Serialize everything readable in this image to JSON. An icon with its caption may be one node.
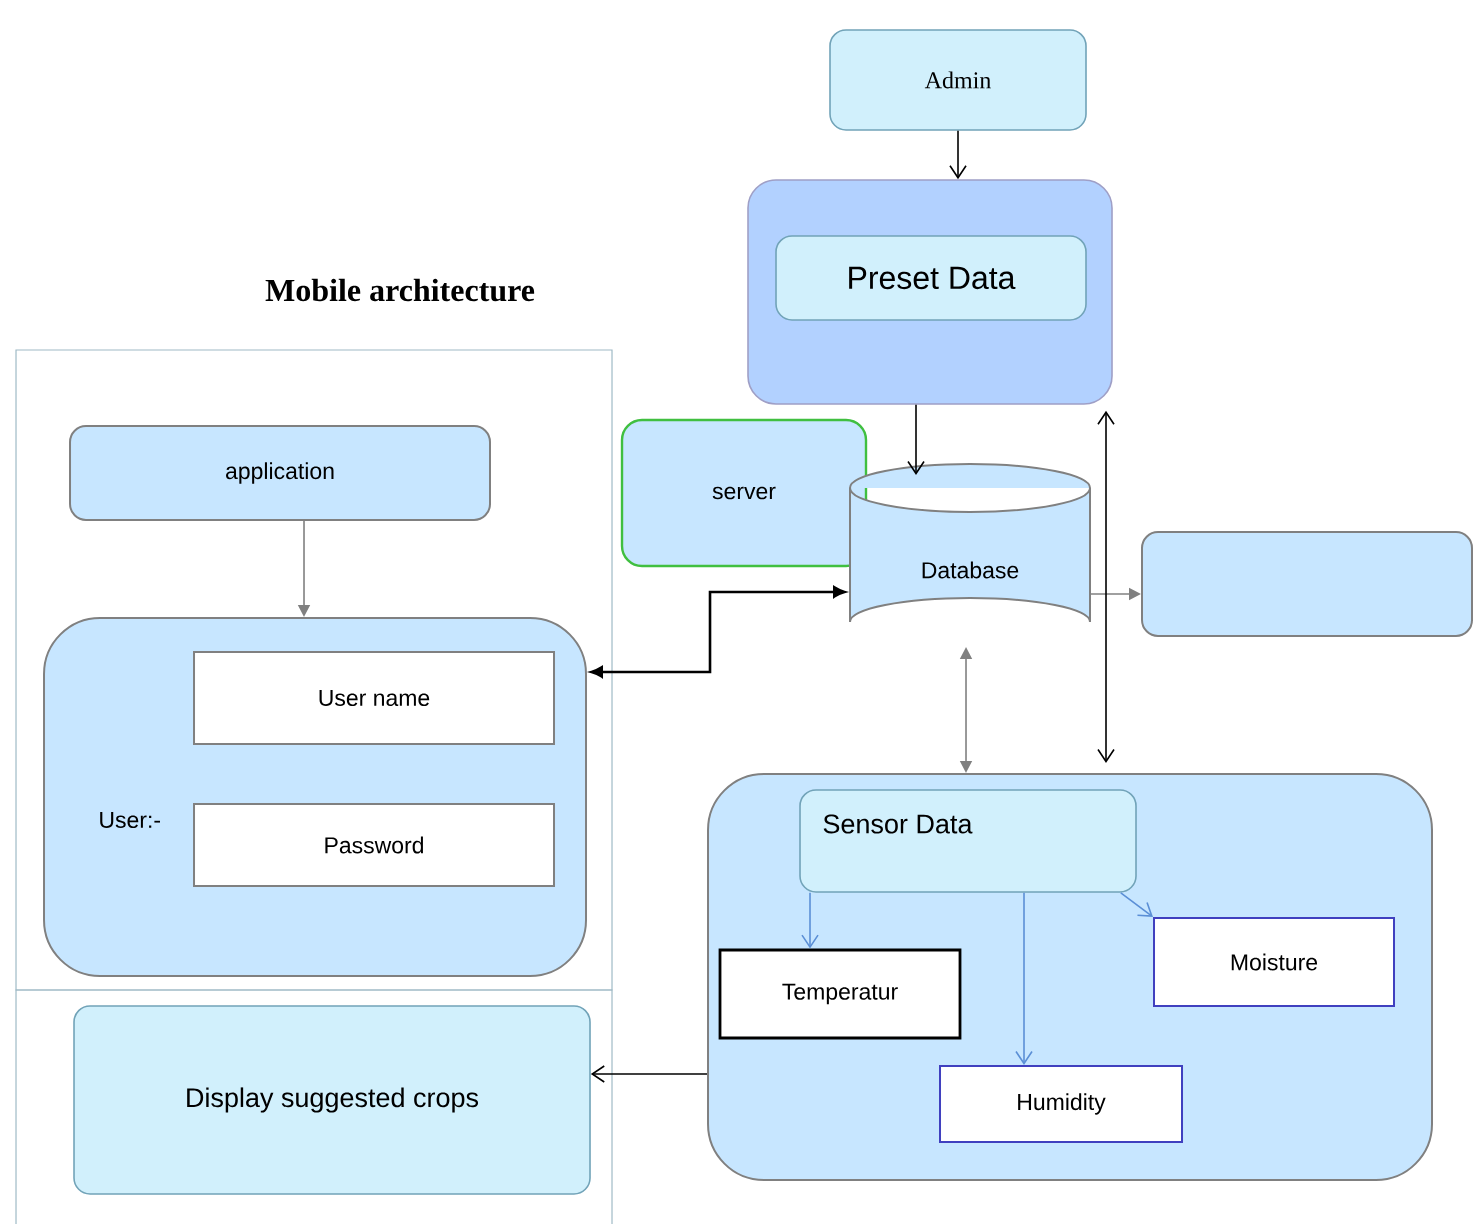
{
  "diagram": {
    "nodes": [
      {
        "text": [
          "Admin"
        ]
      },
      {
        "text": [],
        "shape": "box"
      },
      {
        "text": [
          "Preset Data"
        ],
        "in": 1
      },
      {
        "text": [
          "Mobile architecture"
        ]
      },
      {
        "text": [
          "application"
        ],
        "in": 3
      },
      {
        "text": [
          "User:-"
        ],
        "in": 3
      },
      {
        "text": [
          "User name"
        ],
        "in": 5
      },
      {
        "text": [
          "Password"
        ],
        "in": 5
      },
      {
        "text": [
          "server"
        ]
      },
      {
        "text": [
          "Database"
        ]
      },
      {
        "text": [],
        "shape": "box"
      },
      {
        "text": [],
        "shape": "box"
      },
      {
        "text": [
          "Sensor Data"
        ],
        "in": 11
      },
      {
        "text": [
          "Temperatur"
        ],
        "in": 11
      },
      {
        "text": [
          "Moisture"
        ],
        "in": 11
      },
      {
        "text": [
          "Humidity"
        ],
        "in": 11
      },
      {
        "text": [],
        "shape": "box"
      },
      {
        "text": [
          "Display suggested crops"
        ],
        "in": 16
      }
    ],
    "edges": [
      {
        "from": 0,
        "to": 1,
        "arrow": "to"
      },
      {
        "from": 1,
        "to": 9,
        "arrow": "to"
      },
      {
        "from": 4,
        "to": 5,
        "arrow": "to",
        "color": "#808080"
      },
      {
        "from": 5,
        "to": 9,
        "arrow": "both"
      },
      {
        "from": 9,
        "to": 10,
        "arrow": "to",
        "color": "#808080"
      },
      {
        "from": 9,
        "to": 11,
        "arrow": "both",
        "color": "#808080"
      },
      {
        "from": 1,
        "to": 11,
        "arrow": "both"
      },
      {
        "from": 12,
        "to": 13,
        "arrow": "to",
        "color": "#5b8fd6"
      },
      {
        "from": 12,
        "to": 15,
        "arrow": "to",
        "color": "#5b8fd6"
      },
      {
        "from": 12,
        "to": 14,
        "arrow": "to",
        "color": "#5b8fd6"
      },
      {
        "from": 11,
        "to": 17,
        "arrow": "to"
      }
    ]
  }
}
